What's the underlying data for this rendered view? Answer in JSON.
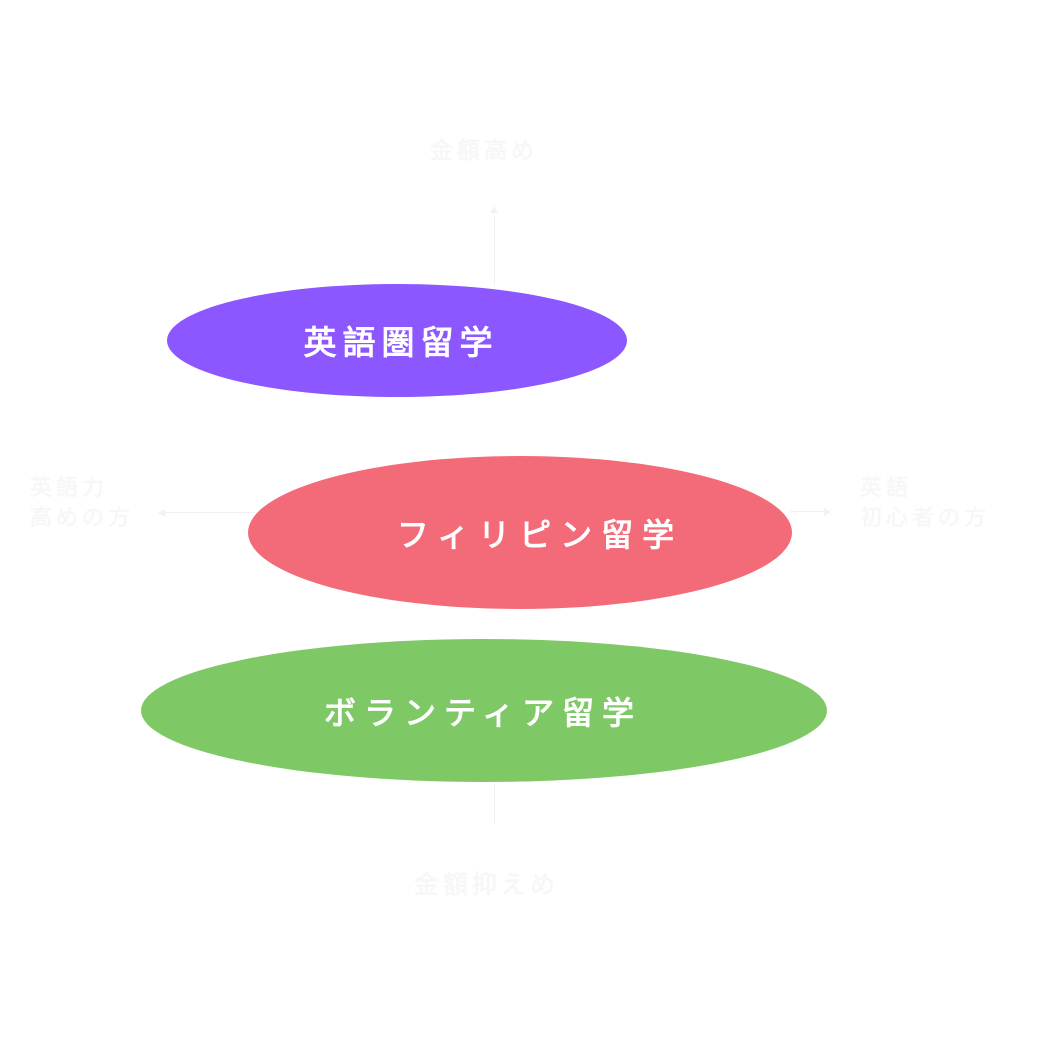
{
  "axes": {
    "top_label": "金額高め",
    "bottom_label": "金額抑えめ",
    "left_label": [
      "英語力",
      "高めの方"
    ],
    "right_label": [
      "英語",
      "初心者の方"
    ]
  },
  "categories": [
    {
      "label": "英語圏留学",
      "color": "#8c57ff"
    },
    {
      "label": "フィリピン留学",
      "color": "#f36b78"
    },
    {
      "label": "ボランティア留学",
      "color": "#7fc866"
    }
  ],
  "colors": {
    "background": "#ffffff",
    "axis": "#f2f2f2",
    "axis_text": "#f7f7f7",
    "category_text": "#ffffff"
  }
}
